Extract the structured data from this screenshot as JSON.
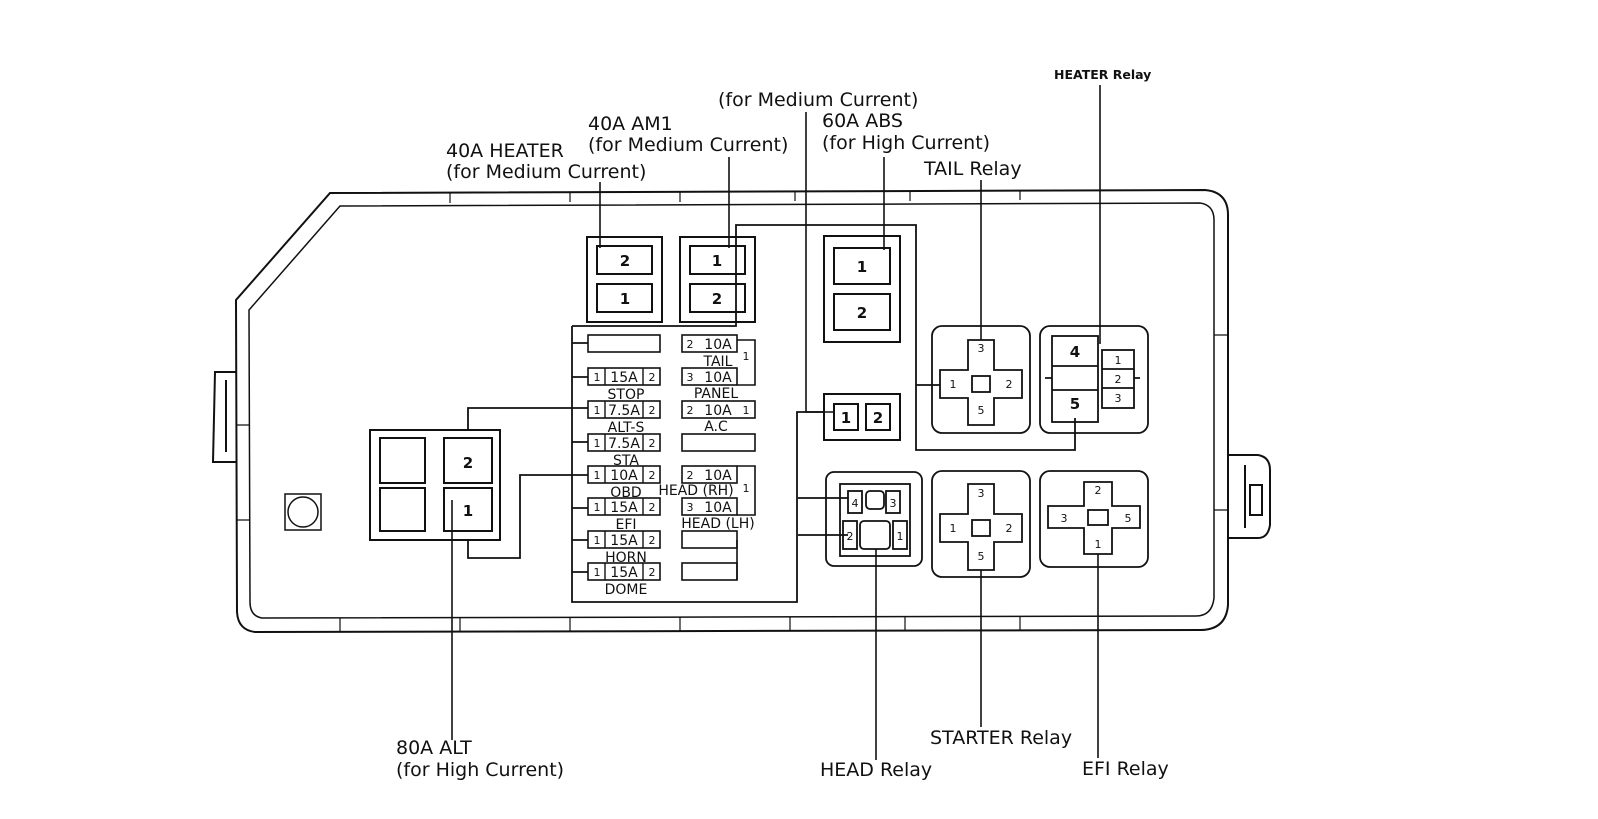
{
  "callouts": {
    "heater_40a": {
      "line1": "40A HEATER",
      "line2": "(for Medium Current)"
    },
    "am1_40a": {
      "line1": "40A AM1",
      "line2": "(for Medium Current)"
    },
    "medium_current": {
      "line1": "(for Medium Current)"
    },
    "abs_60a": {
      "line1": "60A ABS",
      "line2": "(for High Current)"
    },
    "tail_relay": {
      "line1": "TAIL Relay"
    },
    "heater_relay": {
      "line1": "HEATER Relay"
    },
    "alt_80a": {
      "line1": "80A ALT",
      "line2": "(for High Current)"
    },
    "head_relay": {
      "line1": "HEAD Relay"
    },
    "starter_relay": {
      "line1": "STARTER Relay"
    },
    "efi_relay": {
      "line1": "EFI Relay"
    }
  },
  "big_fuses": {
    "heater": [
      "2",
      "1"
    ],
    "am1": [
      "1",
      "2"
    ],
    "abs": [
      "1",
      "2"
    ],
    "alt": [
      "2",
      "1"
    ],
    "medium_small": [
      "1",
      "2"
    ]
  },
  "left_fuses": [
    {
      "pin_l": "1",
      "amp": "15A",
      "pin_r": "2",
      "name": "STOP"
    },
    {
      "pin_l": "1",
      "amp": "7.5A",
      "pin_r": "2",
      "name": "ALT-S"
    },
    {
      "pin_l": "1",
      "amp": "7.5A",
      "pin_r": "2",
      "name": "STA"
    },
    {
      "pin_l": "1",
      "amp": "10A",
      "pin_r": "2",
      "name": "OBD"
    },
    {
      "pin_l": "1",
      "amp": "15A",
      "pin_r": "2",
      "name": "EFI"
    },
    {
      "pin_l": "1",
      "amp": "15A",
      "pin_r": "2",
      "name": "HORN"
    },
    {
      "pin_l": "1",
      "amp": "15A",
      "pin_r": "2",
      "name": "DOME"
    }
  ],
  "right_fuses": {
    "tail": {
      "pin_l": "2",
      "amp": "10A",
      "name": "TAIL",
      "pin_r": "1"
    },
    "panel": {
      "pin_l": "3",
      "amp": "10A",
      "name": "PANEL"
    },
    "ac": {
      "pin_l": "2",
      "amp": "10A",
      "pin_r": "1",
      "name": "A.C"
    },
    "head_rh": {
      "pin_l": "2",
      "amp": "10A",
      "name": "HEAD (RH)",
      "pin_r": "1"
    },
    "head_lh": {
      "pin_l": "3",
      "amp": "10A",
      "name": "HEAD (LH)"
    }
  },
  "relays": {
    "tail": {
      "top": "3",
      "left": "1",
      "right": "2",
      "bottom": "5"
    },
    "heater": {
      "a": "4",
      "b": "5",
      "c1": "1",
      "c2": "2",
      "c3": "3"
    },
    "head": {
      "p4": "4",
      "p3": "3",
      "p2": "2",
      "p1": "1"
    },
    "starter": {
      "top": "3",
      "left": "1",
      "right": "2",
      "bottom": "5"
    },
    "efi": {
      "top": "2",
      "left": "3",
      "right": "5",
      "bottom": "1"
    }
  }
}
